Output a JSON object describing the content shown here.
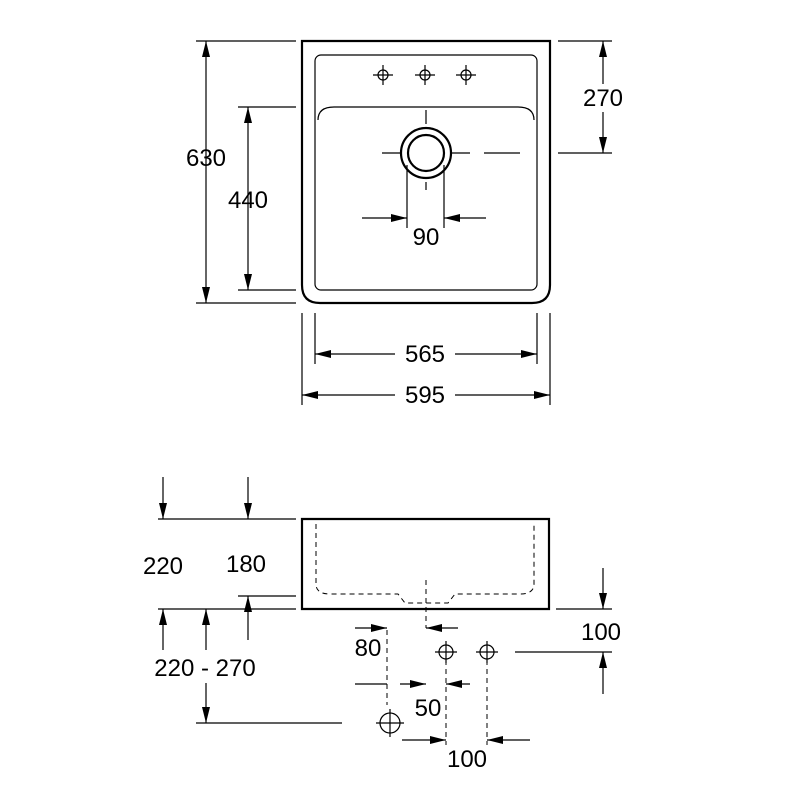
{
  "top_view": {
    "overall_depth": "630",
    "bowl_depth": "440",
    "tap_offset": "270",
    "drain_diameter": "90",
    "inner_width": "565",
    "overall_width": "595"
  },
  "side_view": {
    "overall_height": "220",
    "bowl_height": "180",
    "drain_drop": "100",
    "trap_range": "220 - 270",
    "inlet_offset": "80",
    "drain_offset": "50",
    "outlet_spacing": "100"
  }
}
